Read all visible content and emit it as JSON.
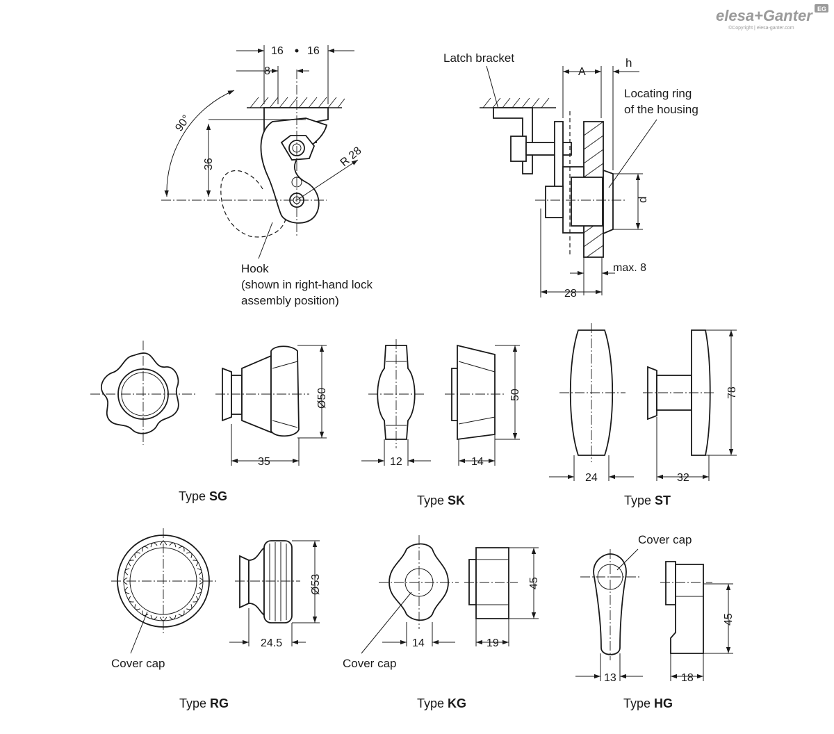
{
  "brand": {
    "logo": "elesa+Ganter",
    "copyright": "©Copyright | elesa-ganter.com",
    "badge": "EG"
  },
  "labels": {
    "latch_bracket": "Latch bracket",
    "locating_ring": [
      "Locating ring",
      "of the housing"
    ],
    "hook": [
      "Hook",
      "(shown in right-hand lock",
      "assembly position)"
    ],
    "cover_cap": "Cover cap"
  },
  "dimensions": {
    "top_16_left": "16",
    "top_16_right": "16",
    "top_8": "8",
    "angle_90": "90°",
    "height_36": "36",
    "radius_28": "R 28",
    "A": "A",
    "h": "h",
    "d": "d",
    "max_8": "max. 8",
    "width_28": "28",
    "sg_dia": "Ø50",
    "sg_len": "35",
    "sk_height": "50",
    "sk_w1": "12",
    "sk_w2": "14",
    "st_height": "78",
    "st_w1": "24",
    "st_w2": "32",
    "rg_dia": "Ø53",
    "rg_len": "24.5",
    "kg_height": "45",
    "kg_w1": "14",
    "kg_w2": "19",
    "hg_height": "45",
    "hg_w1": "13",
    "hg_w2": "18"
  },
  "types": [
    {
      "prefix": "Type ",
      "code": "SG"
    },
    {
      "prefix": "Type ",
      "code": "SK"
    },
    {
      "prefix": "Type ",
      "code": "ST"
    },
    {
      "prefix": "Type ",
      "code": "RG"
    },
    {
      "prefix": "Type ",
      "code": "KG"
    },
    {
      "prefix": "Type ",
      "code": "HG"
    }
  ]
}
